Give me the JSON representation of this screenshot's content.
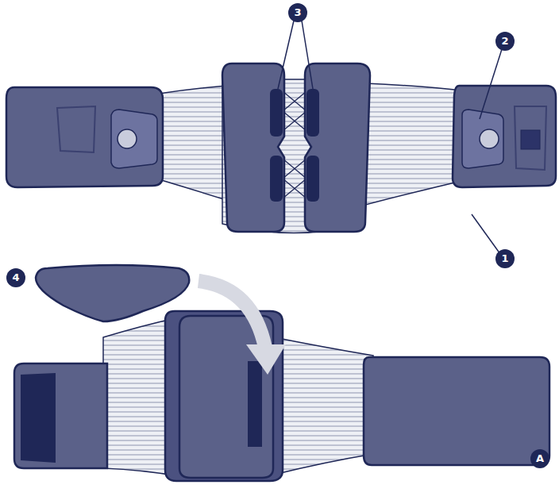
{
  "diagram": {
    "labels": [
      "3",
      "2",
      "1",
      "4",
      "A"
    ]
  }
}
